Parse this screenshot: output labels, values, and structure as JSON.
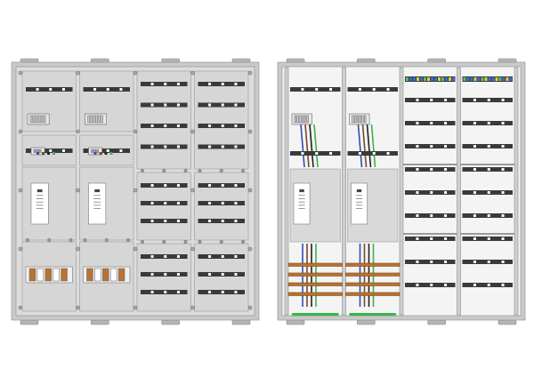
{
  "title": "",
  "views": [
    {
      "name": "front-view-covered"
    },
    {
      "name": "interior-view-open"
    }
  ],
  "colors": {
    "frame": "#c9c9c9",
    "frame_edge": "#8c8c8c",
    "panel": "#d6d6d6",
    "panel_edge": "#9a9a9a",
    "rail": "#3a3a3a",
    "rail_light": "#5a5a5a",
    "interior_bg": "#f4f4f4",
    "busbar": "#b87333",
    "wire_blue": "#2e4fb8",
    "wire_brown": "#7a4a2a",
    "wire_black": "#222222",
    "wire_green": "#3cb44b",
    "terminal_blue": "#3a6fd8",
    "terminal_green": "#5cc25c",
    "terminal_yellow": "#e3d23a",
    "meter_face": "#ffffff"
  },
  "left": {
    "columns": 4,
    "meter_units": 2,
    "distribution_fields": 2
  },
  "right": {
    "columns": 4,
    "meter_units": 2,
    "distribution_fields": 2
  }
}
